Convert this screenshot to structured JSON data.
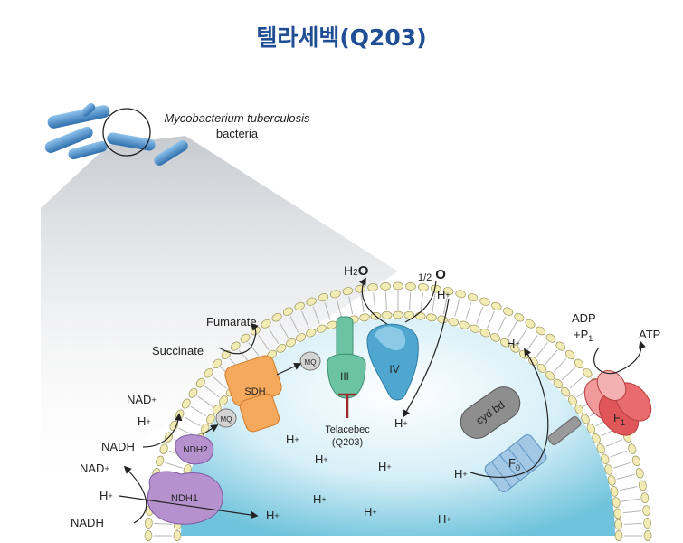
{
  "title": "텔라세벡(Q203)",
  "bacteria": {
    "species": "Mycobacterium tuberculosis",
    "word": "bacteria"
  },
  "molecules": {
    "h2o_h": "H",
    "h2o_2": "2",
    "h2o_o": "O",
    "half_o2": "1/2",
    "o2_o": "O",
    "fumarate": "Fumarate",
    "succinate": "Succinate",
    "nad": "NAD",
    "nadh": "NADH",
    "adp": "ADP",
    "pi": "+P",
    "pi_sub": "1",
    "atp": "ATP"
  },
  "proton": {
    "h": "H",
    "plus": "+"
  },
  "complexes": {
    "sdh": "SDH",
    "mq": "MQ",
    "iii": "III",
    "iv": "IV",
    "cyd": "cyd bd",
    "ndh1": "NDH1",
    "ndh2": "NDH2",
    "f": "F",
    "f0_sub": "0",
    "f1_sub": "1"
  },
  "drug": {
    "name": "Telacebec",
    "code": "(Q203)"
  },
  "colors": {
    "title": "#1f4e95",
    "bacteria": "#4a8ec9",
    "cytoplasm_edge": "#6fc3dc",
    "lipid_head": "#f3ebb4",
    "sdh": "#f5a95c",
    "iii": "#6cc3a4",
    "iv": "#4fa6cf",
    "cyd": "#8e8e8e",
    "ndh": "#b592ce",
    "f1": "#e0575a",
    "f0": "#a3c8e6",
    "inhibitor": "#9b2a2a"
  }
}
